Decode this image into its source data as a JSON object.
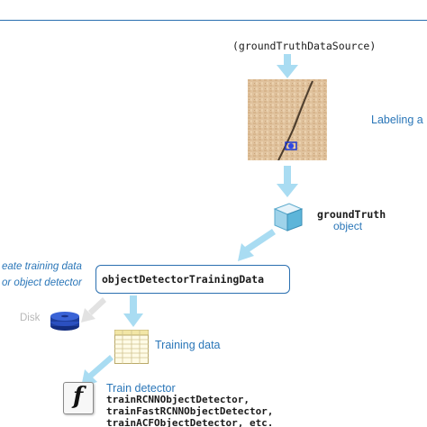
{
  "source_label": "(groundTruthDataSource)",
  "labeling_label": "Labeling a",
  "ground_truth": {
    "line1": "groundTruth",
    "line2": "object"
  },
  "create_note": {
    "line1": "eate training data",
    "line2": "or object detector"
  },
  "training_func": "objectDetectorTrainingData",
  "disk_label": "Disk",
  "training_data_label": "Training data",
  "train": {
    "title": "Train detector",
    "functions": [
      "trainRCNNObjectDetector,",
      "trainFastRCNNObjectDetector,",
      "trainACFObjectDetector, etc."
    ],
    "icon_letter": "f"
  },
  "colors": {
    "arrow": "#a9dcf2",
    "blue_text": "#2a76b8",
    "dark_text": "#1b1b1b",
    "top_rule": "#2a6fb0",
    "disk": "#1f3f9e",
    "disk_gray": "#bdbdbd"
  }
}
